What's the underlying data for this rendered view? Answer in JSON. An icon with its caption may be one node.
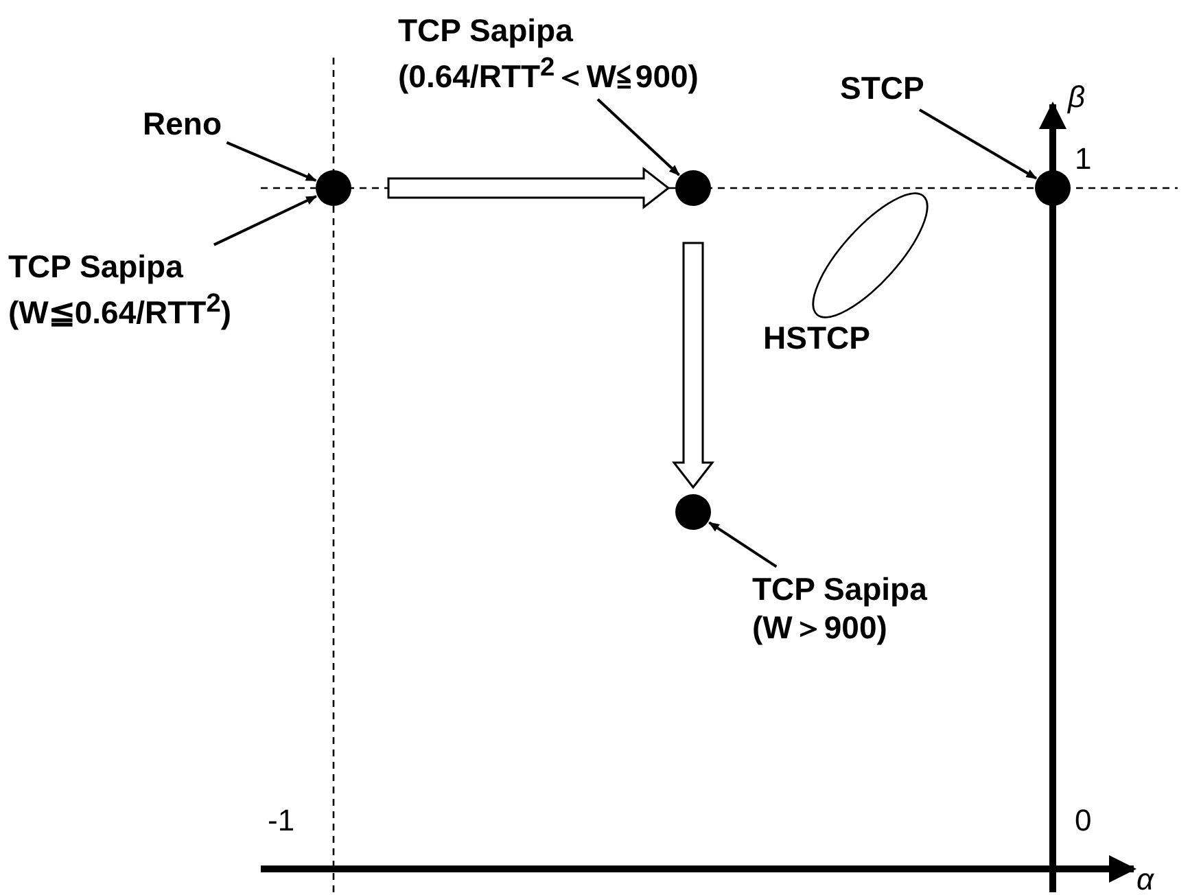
{
  "diagram": {
    "nodes": [
      {
        "text": [
          "Reno"
        ]
      },
      {
        "text": [],
        "shape": "circle"
      },
      {
        "text": [
          "TCP Sapipa",
          "(W≦0.64/RTT$^{2}$)"
        ]
      },
      {
        "text": [
          "TCP Sapipa",
          "(0.64/RTT$^{2}$＜W≦900)"
        ]
      },
      {
        "text": [],
        "shape": "circle"
      },
      {
        "text": [
          "STCP"
        ]
      },
      {
        "text": [],
        "shape": "circle"
      },
      {
        "text": [
          "HSTCP"
        ]
      },
      {
        "text": [],
        "shape": "circle"
      },
      {
        "text": [
          "TCP Sapipa",
          "(W＞900)"
        ]
      }
    ],
    "edges": [
      {
        "from": 0,
        "to": 1,
        "arrow": "to"
      },
      {
        "from": 2,
        "to": 1,
        "arrow": "to"
      },
      {
        "from": 3,
        "to": 4,
        "arrow": "to"
      },
      {
        "from": 5,
        "to": 6,
        "arrow": "to"
      },
      {
        "from": 9,
        "to": 8,
        "arrow": "to"
      },
      {
        "from": 1,
        "to": 4,
        "arrow": "to",
        "style": "thick"
      },
      {
        "from": 4,
        "to": 8,
        "arrow": "to",
        "style": "thick"
      }
    ],
    "labels": [
      "β",
      "1",
      "-1",
      "0",
      "α"
    ]
  }
}
